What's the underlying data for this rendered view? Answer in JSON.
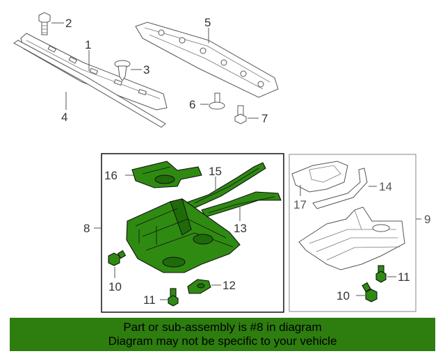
{
  "callouts": {
    "c1": "1",
    "c2": "2",
    "c3": "3",
    "c4": "4",
    "c5": "5",
    "c6": "6",
    "c7": "7",
    "c8": "8",
    "c9": "9",
    "c10a": "10",
    "c10b": "10",
    "c11a": "11",
    "c11b": "11",
    "c12": "12",
    "c13": "13",
    "c14": "14",
    "c15": "15",
    "c16": "16",
    "c17": "17"
  },
  "banner": {
    "line1": "Part or sub-assembly is #8 in diagram",
    "line2": "Diagram may not be specific to your vehicle"
  },
  "colors": {
    "highlight": "#2e7d0f",
    "part_green": "#2f8a12",
    "outline": "#555555"
  }
}
